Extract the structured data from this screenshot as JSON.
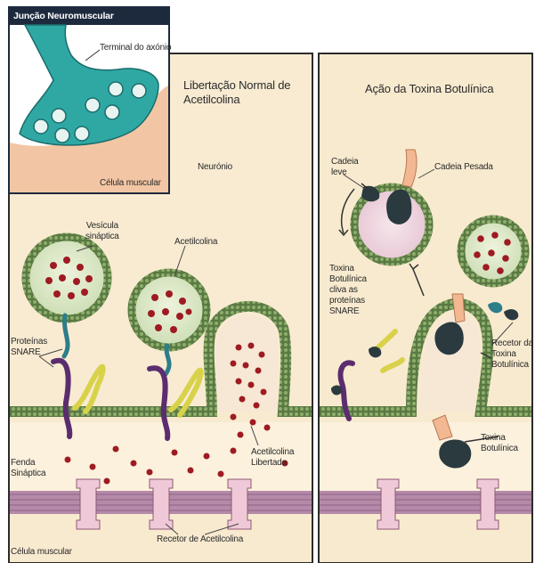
{
  "inset": {
    "title": "Junção Neuromuscular",
    "axon_terminal": "Terminal do axónio",
    "muscle_cell": "Célula muscular"
  },
  "left_panel": {
    "title": "Libertação Normal de\nAcetilcolina",
    "neuron": "Neurónio",
    "synaptic_vesicle": "Vesícula\nsináptica",
    "acetylcholine": "Acetilcolina",
    "snare_proteins": "Proteínas\nSNARE",
    "synaptic_cleft": "Fenda\nSináptica",
    "released_ach": "Acetilcolina\nLibertada",
    "ach_receptor": "Recetor de Acetilcolina",
    "muscle_cell": "Célula muscular"
  },
  "right_panel": {
    "title": "Ação da Toxina Botulínica",
    "light_chain": "Cadeia\nleve",
    "heavy_chain": "Cadeia Pesada",
    "cleaves_snare": "Toxina\nBotulínica\ncliva as\nproteínas\nSNARE",
    "toxin_receptor": "Recetor da\nToxina\nBotulínica",
    "botulinum_toxin": "Toxina\nBotulínica"
  },
  "colors": {
    "panel_bg": "#f8eacf",
    "inset_title_bg": "#1d2a3e",
    "membrane": "#4f6a3c",
    "vesicle_fill": "#dde8c6",
    "acetylcholine": "#9e1b22",
    "snare_teal": "#2d7d8a",
    "snare_purple": "#5b2d6e",
    "snare_yellow": "#d8d24a",
    "muscle": "#c9a7c0",
    "receptor": "#f0c9d8",
    "toxin_dark": "#2b3a3f",
    "toxin_peach": "#f2b892"
  }
}
